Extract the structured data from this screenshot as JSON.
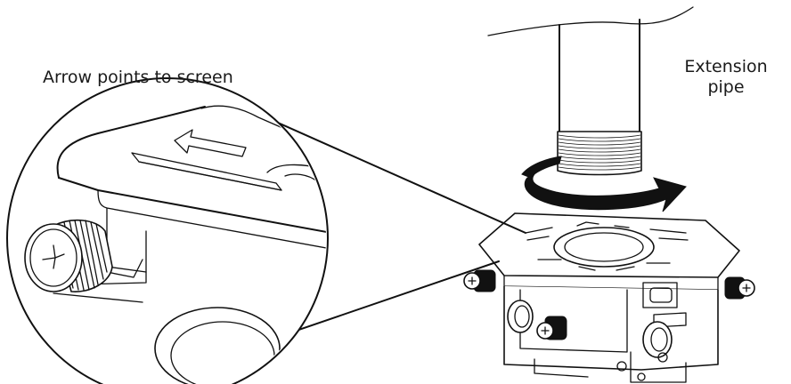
{
  "labels": {
    "arrow_note": "Arrow points to screen",
    "extension_line1": "Extension",
    "extension_line2": "pipe"
  },
  "colors": {
    "line": "#111111",
    "background": "#ffffff"
  }
}
